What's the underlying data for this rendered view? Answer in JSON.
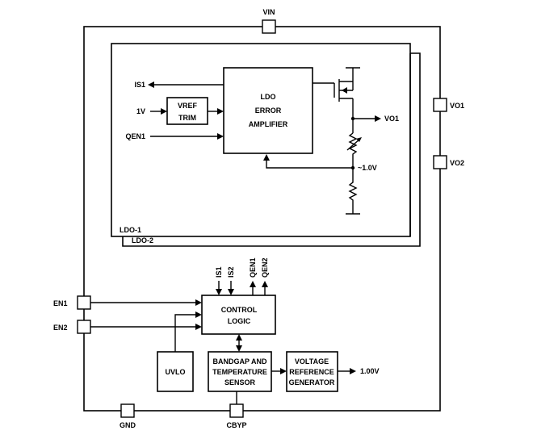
{
  "pins": {
    "vin": "VIN",
    "vo1": "VO1",
    "vo2": "VO2",
    "en1": "EN1",
    "en2": "EN2",
    "gnd": "GND",
    "cbyp": "CBYP"
  },
  "ldo": {
    "amplifier_lines": [
      "LDO",
      "ERROR",
      "AMPLIFIER"
    ],
    "vref_trim_lines": [
      "VREF",
      "TRIM"
    ],
    "is1": "IS1",
    "ref_1v": "1V",
    "qen1": "QEN1",
    "vo1_out": "VO1",
    "fb_voltage": "~1.0V",
    "ldo1_label": "LDO-1",
    "ldo2_label": "LDO-2"
  },
  "control": {
    "block_lines": [
      "CONTROL",
      "LOGIC"
    ],
    "signals": [
      "IS1",
      "IS2",
      "QEN1",
      "QEN2"
    ]
  },
  "uvlo": "UVLO",
  "bandgap_lines": [
    "BANDGAP AND",
    "TEMPERATURE",
    "SENSOR"
  ],
  "vref_gen_lines": [
    "VOLTAGE",
    "REFERENCE",
    "GENERATOR"
  ],
  "vref_out": "1.00V"
}
